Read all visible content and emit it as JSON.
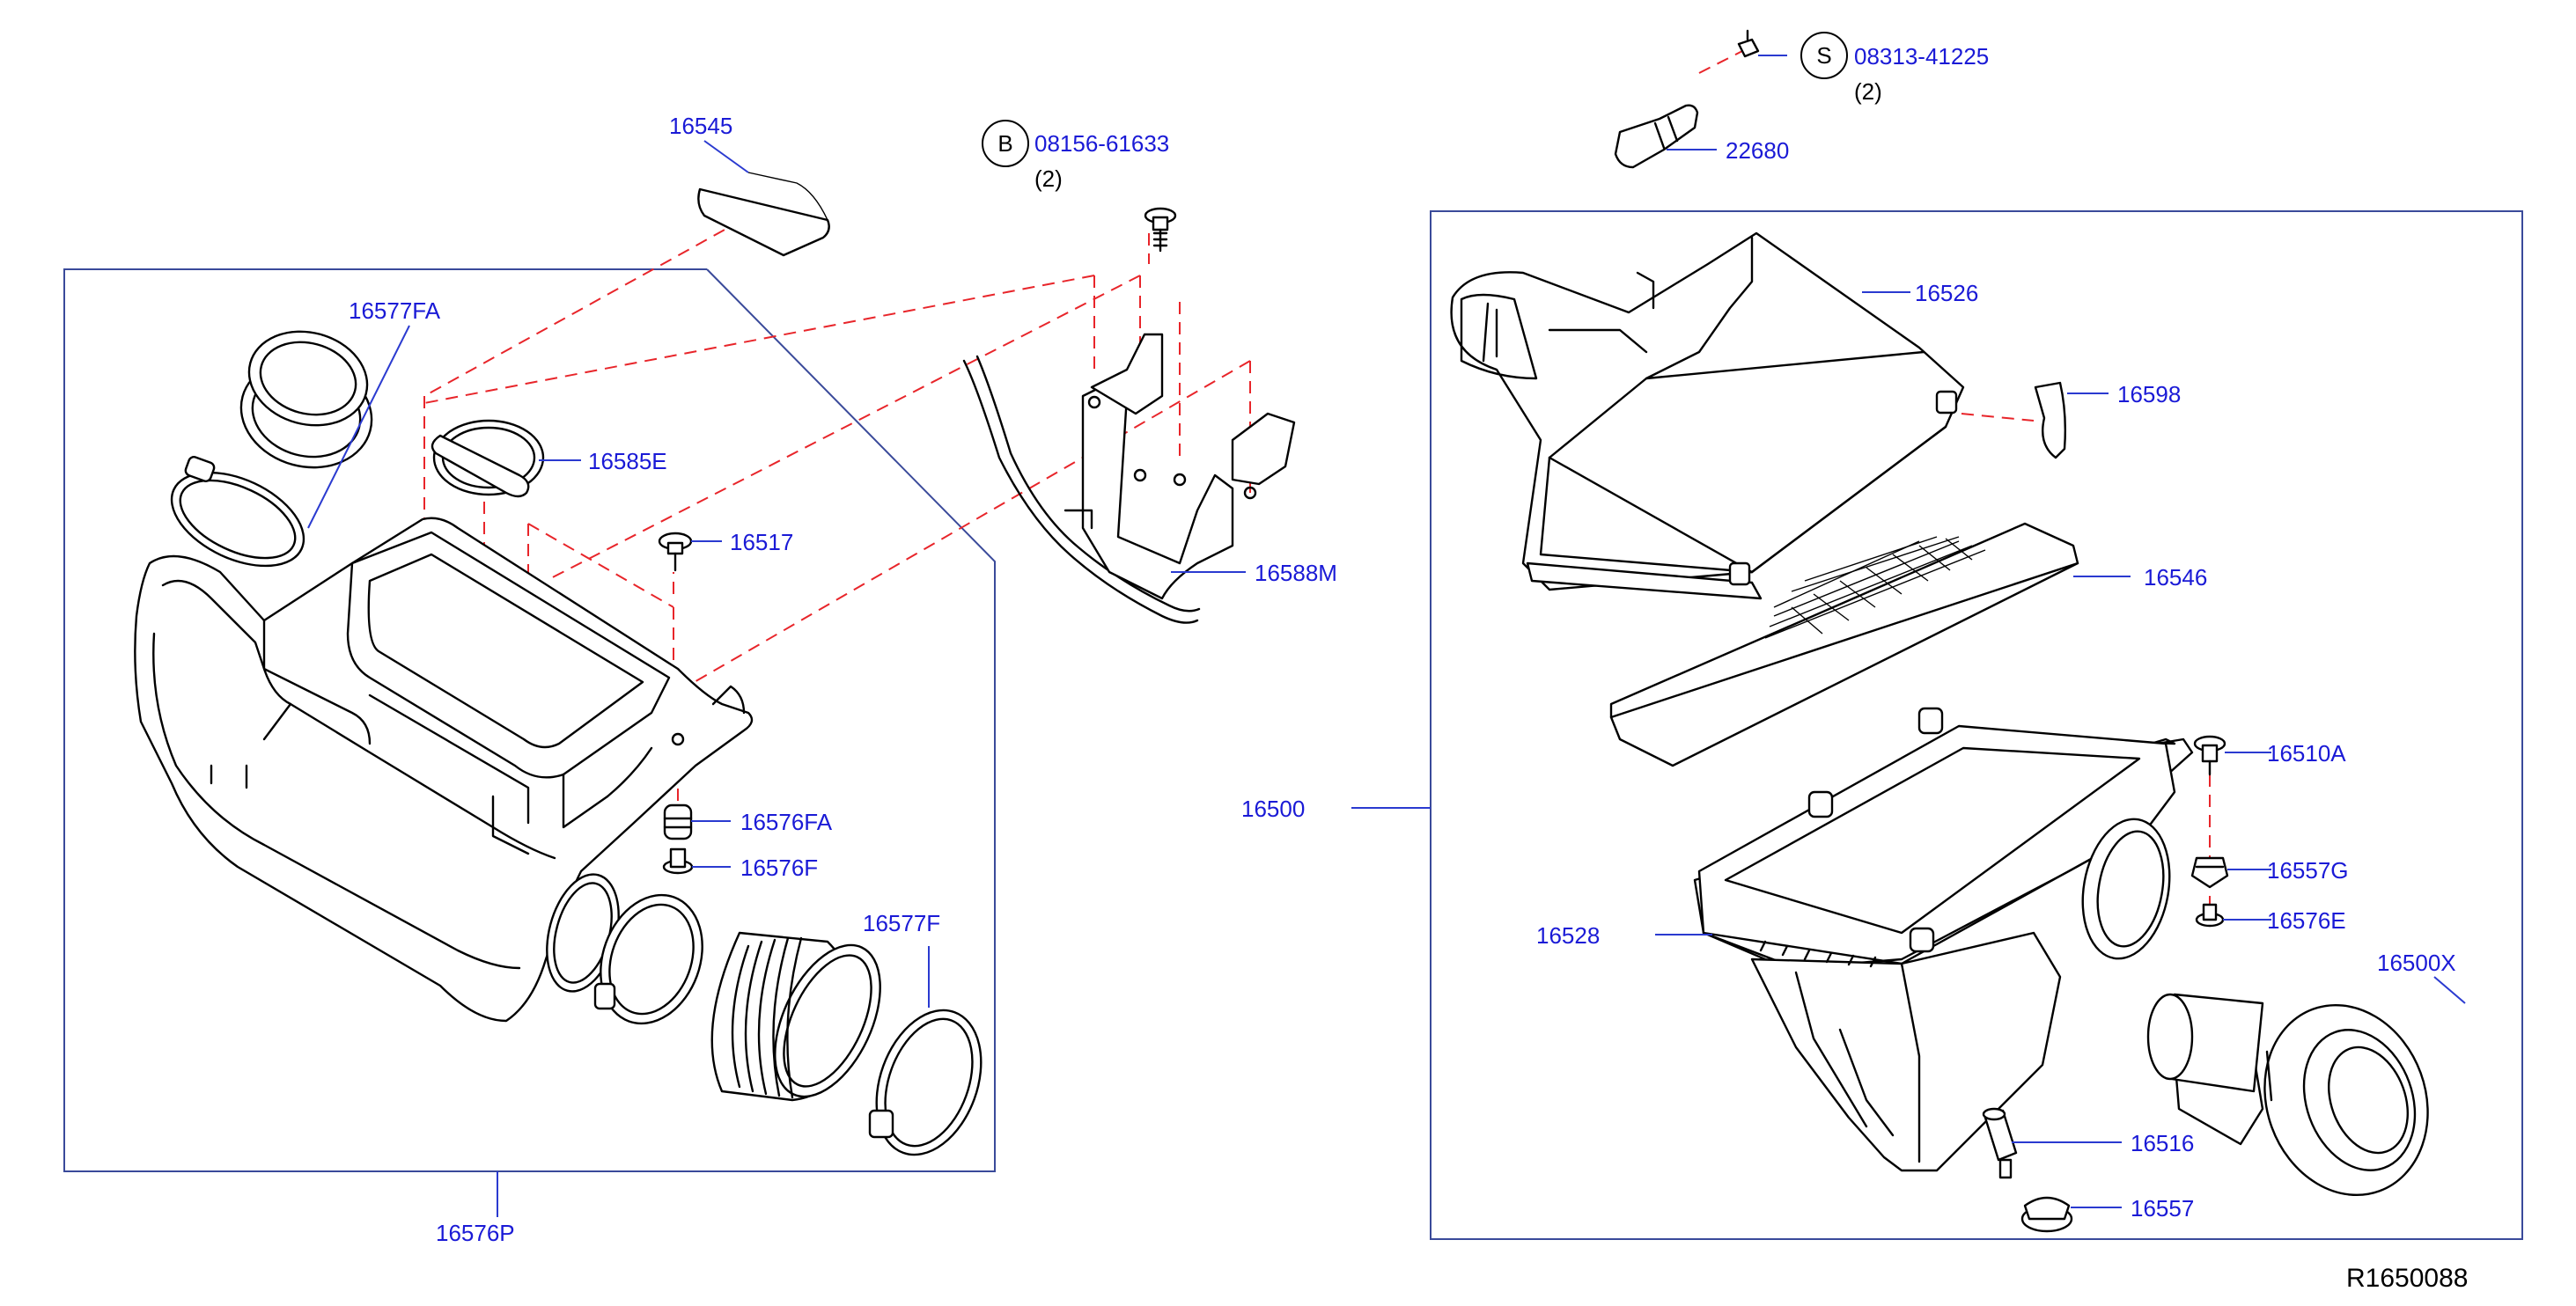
{
  "colors": {
    "label": "#1a1ad6",
    "leader": "#2a3ad0",
    "dashed": "#e8252a",
    "frame": "#3a4a9a",
    "ink": "#000000"
  },
  "parts": {
    "p16545": "16545",
    "p16577FA": "16577FA",
    "p16585E": "16585E",
    "p16517": "16517",
    "p16576FA": "16576FA",
    "p16576F": "16576F",
    "p16577F": "16577F",
    "p16576P": "16576P",
    "p16588M": "16588M",
    "p16526": "16526",
    "p16598": "16598",
    "p16546": "16546",
    "p16510A": "16510A",
    "p16500": "16500",
    "p16557G": "16557G",
    "p16576E": "16576E",
    "p16528": "16528",
    "p16500X": "16500X",
    "p16516": "16516",
    "p16557": "16557",
    "p22680": "22680"
  },
  "fasteners": {
    "bolt_b": {
      "symbol": "B",
      "part": "08156-61633",
      "qty": "(2)"
    },
    "screw_s": {
      "symbol": "S",
      "part": "08313-41225",
      "qty": "(2)"
    }
  },
  "diagram_code": "R1650088"
}
